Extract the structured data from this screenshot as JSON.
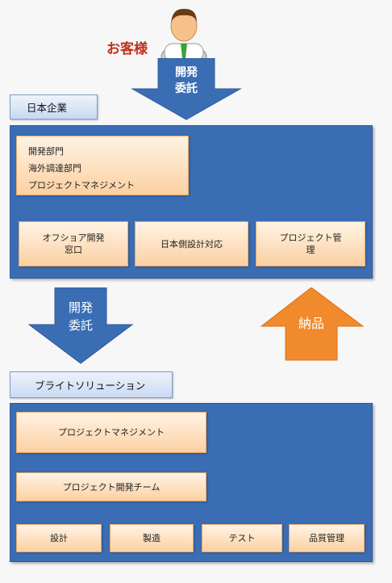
{
  "customer": {
    "label": "お客様",
    "icon": "person-avatar-icon"
  },
  "top_arrow": {
    "line1": "開発",
    "line2": "委託",
    "color": "#3a6db4"
  },
  "japan_company": {
    "label": "日本企業",
    "top_box_lines": [
      "開発部門",
      "海外調達部門",
      "プロジェクトマネジメント"
    ],
    "boxes": [
      {
        "line1": "オフショア開発",
        "line2": "窓口"
      },
      {
        "line1": "日本側設計対応",
        "line2": ""
      },
      {
        "line1": "プロジェクト管",
        "line2": "理"
      }
    ]
  },
  "middle_arrow": {
    "line1": "開発",
    "line2": "委託",
    "color": "#3a6db4"
  },
  "delivery_arrow": {
    "label": "納品",
    "color": "#f08a2c"
  },
  "bright_solution": {
    "label": "ブライトソリューション",
    "box1": "プロジェクトマネジメント",
    "box2": "プロジェクト開発チーム",
    "bottom_boxes": [
      "設計",
      "製造",
      "テスト",
      "品質管理"
    ]
  }
}
